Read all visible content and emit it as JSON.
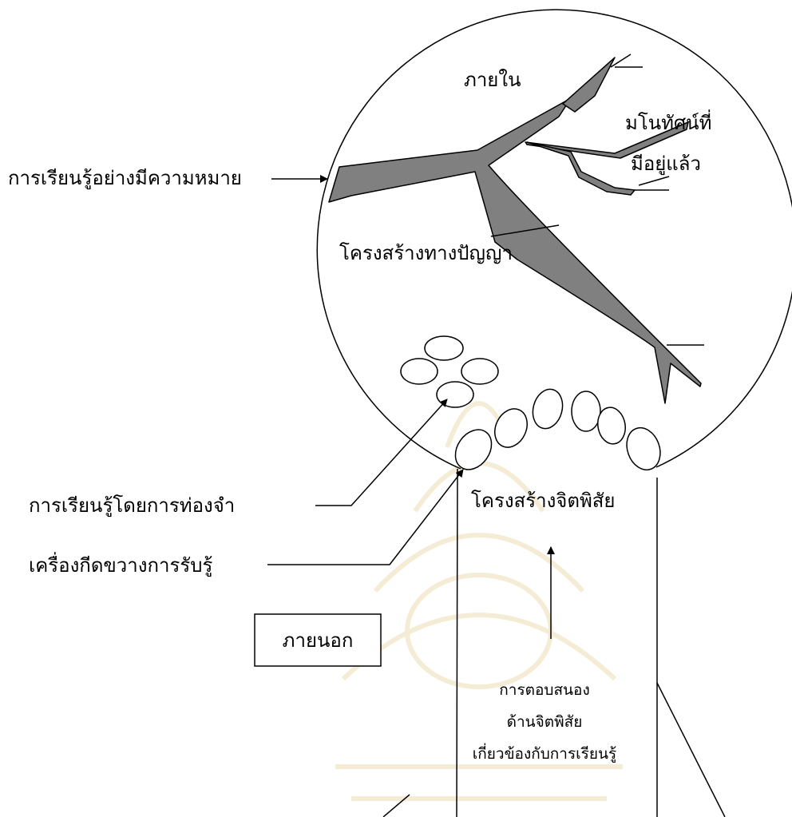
{
  "labels": {
    "inside": "ภายใน",
    "existing_concepts_line1": "มโนทัศน์ที่",
    "existing_concepts_line2": "มีอยู่แล้ว",
    "meaningful_learning": "การเรียนรู้อย่างมีความหมาย",
    "cognitive_structure": "โครงสร้างทางปัญญา",
    "rote_learning": "การเรียนรู้โดยการท่องจำ",
    "perception_barrier": "เครื่องกีดขวางการรับรู้",
    "affective_structure": "โครงสร้างจิตพิสัย",
    "outside": "ภายนอก",
    "affective_response_line1": "การตอบสนอง",
    "affective_response_line2": "ด้านจิตพิสัย",
    "affective_response_line3": "เกี่ยวข้องกับการเรียนรู้"
  },
  "colors": {
    "branch_fill": "#808080",
    "stroke": "#000000",
    "watermark": "#e3c98a"
  },
  "rote_ovals": 4,
  "barrier_ovals": 6
}
